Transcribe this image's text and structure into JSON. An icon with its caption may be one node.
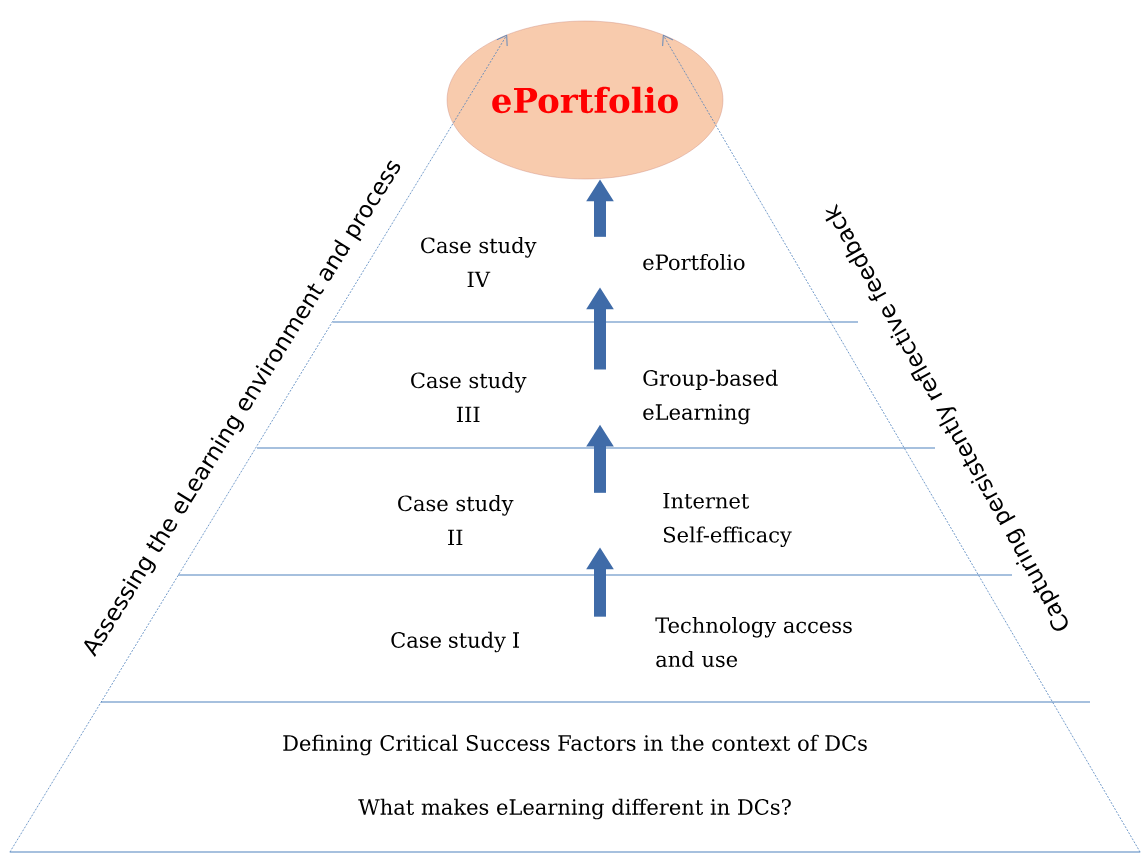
{
  "diagram": {
    "nodes": [
      {
        "text": [
          "ePortfolio"
        ]
      },
      {
        "text": [
          "Case study IV",
          "ePortfolio"
        ]
      },
      {
        "text": [
          "Case study III",
          "Group-based eLearning"
        ]
      },
      {
        "text": [
          "Case study II",
          "Internet Self-efficacy"
        ]
      },
      {
        "text": [
          "Case study I",
          "Technology access and use"
        ]
      },
      {
        "text": [
          "Defining Critical Success Factors in the context of DCs",
          "What makes eLearning different in DCs?"
        ]
      }
    ],
    "edges": [
      {
        "from": 5,
        "to": 0,
        "arrow": "to",
        "style": "dashed",
        "label": "Assessing the eLearning environment and process"
      },
      {
        "from": 5,
        "to": 0,
        "arrow": "to",
        "style": "dashed",
        "label": "Capturing persistently reflective feedback"
      },
      {
        "from": 4,
        "to": 3,
        "arrow": "to"
      },
      {
        "from": 3,
        "to": 2,
        "arrow": "to"
      },
      {
        "from": 2,
        "to": 1,
        "arrow": "to"
      },
      {
        "from": 1,
        "to": 0,
        "arrow": "to"
      }
    ]
  }
}
